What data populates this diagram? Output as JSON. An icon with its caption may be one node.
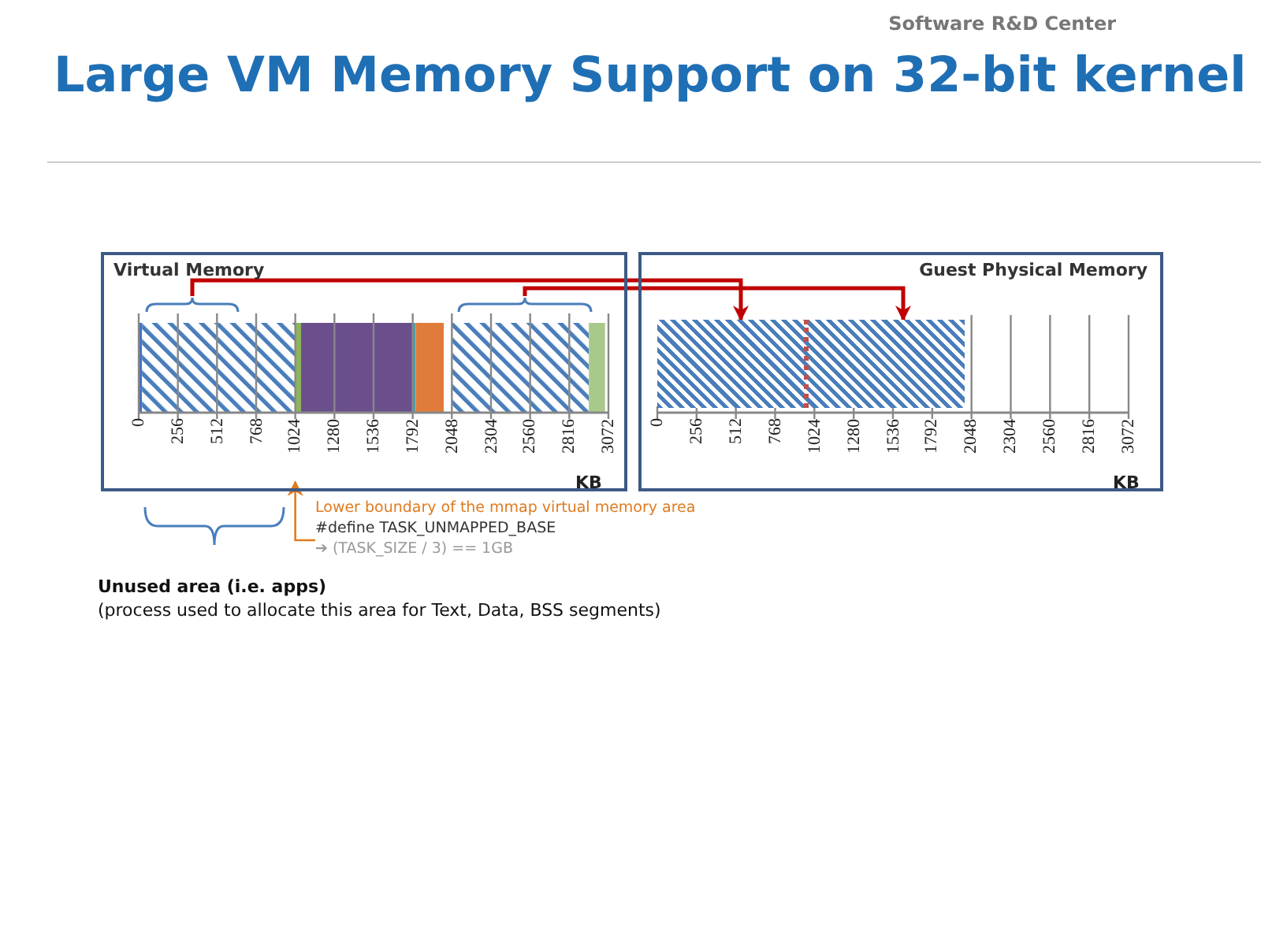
{
  "diagram": {
    "title": "Large VM Memory Support on 32-bit kernel",
    "nodes": [
      {
        "text": [
          "Virtual Memory"
        ]
      },
      {
        "text": [
          "Guest Physical Memory"
        ]
      },
      {
        "text": [],
        "shape": "brace",
        "in": 0
      },
      {
        "text": [],
        "shape": "brace",
        "in": 0
      },
      {
        "text": [],
        "shape": "bar",
        "in": 1
      },
      {
        "text": [
          "Lower boundary of the mmap virtual memory area",
          "#define TASK_UNMAPPED_BASE",
          "➔ (TASK_SIZE / 3) == 1GB"
        ]
      }
    ],
    "edges": [
      {
        "from": 2,
        "to": 4,
        "arrow": "to"
      },
      {
        "from": 3,
        "to": 4,
        "arrow": "to"
      },
      {
        "from": 5,
        "to": null,
        "arrow": "to",
        "color": "#e07b20"
      }
    ],
    "labels": [
      "Software R&D Center",
      "0",
      "256",
      "512",
      "768",
      "1024",
      "1280",
      "1536",
      "1792",
      "2048",
      "2304",
      "2560",
      "2816",
      "3072",
      "0",
      "256",
      "512",
      "768",
      "1024",
      "1280",
      "1536",
      "1792",
      "2048",
      "2304",
      "2560",
      "2816",
      "3072",
      "KB",
      "KB",
      "Unused area (i.e. apps)",
      "(process used to allocate this area for Text, Data, BSS segments)"
    ]
  }
}
